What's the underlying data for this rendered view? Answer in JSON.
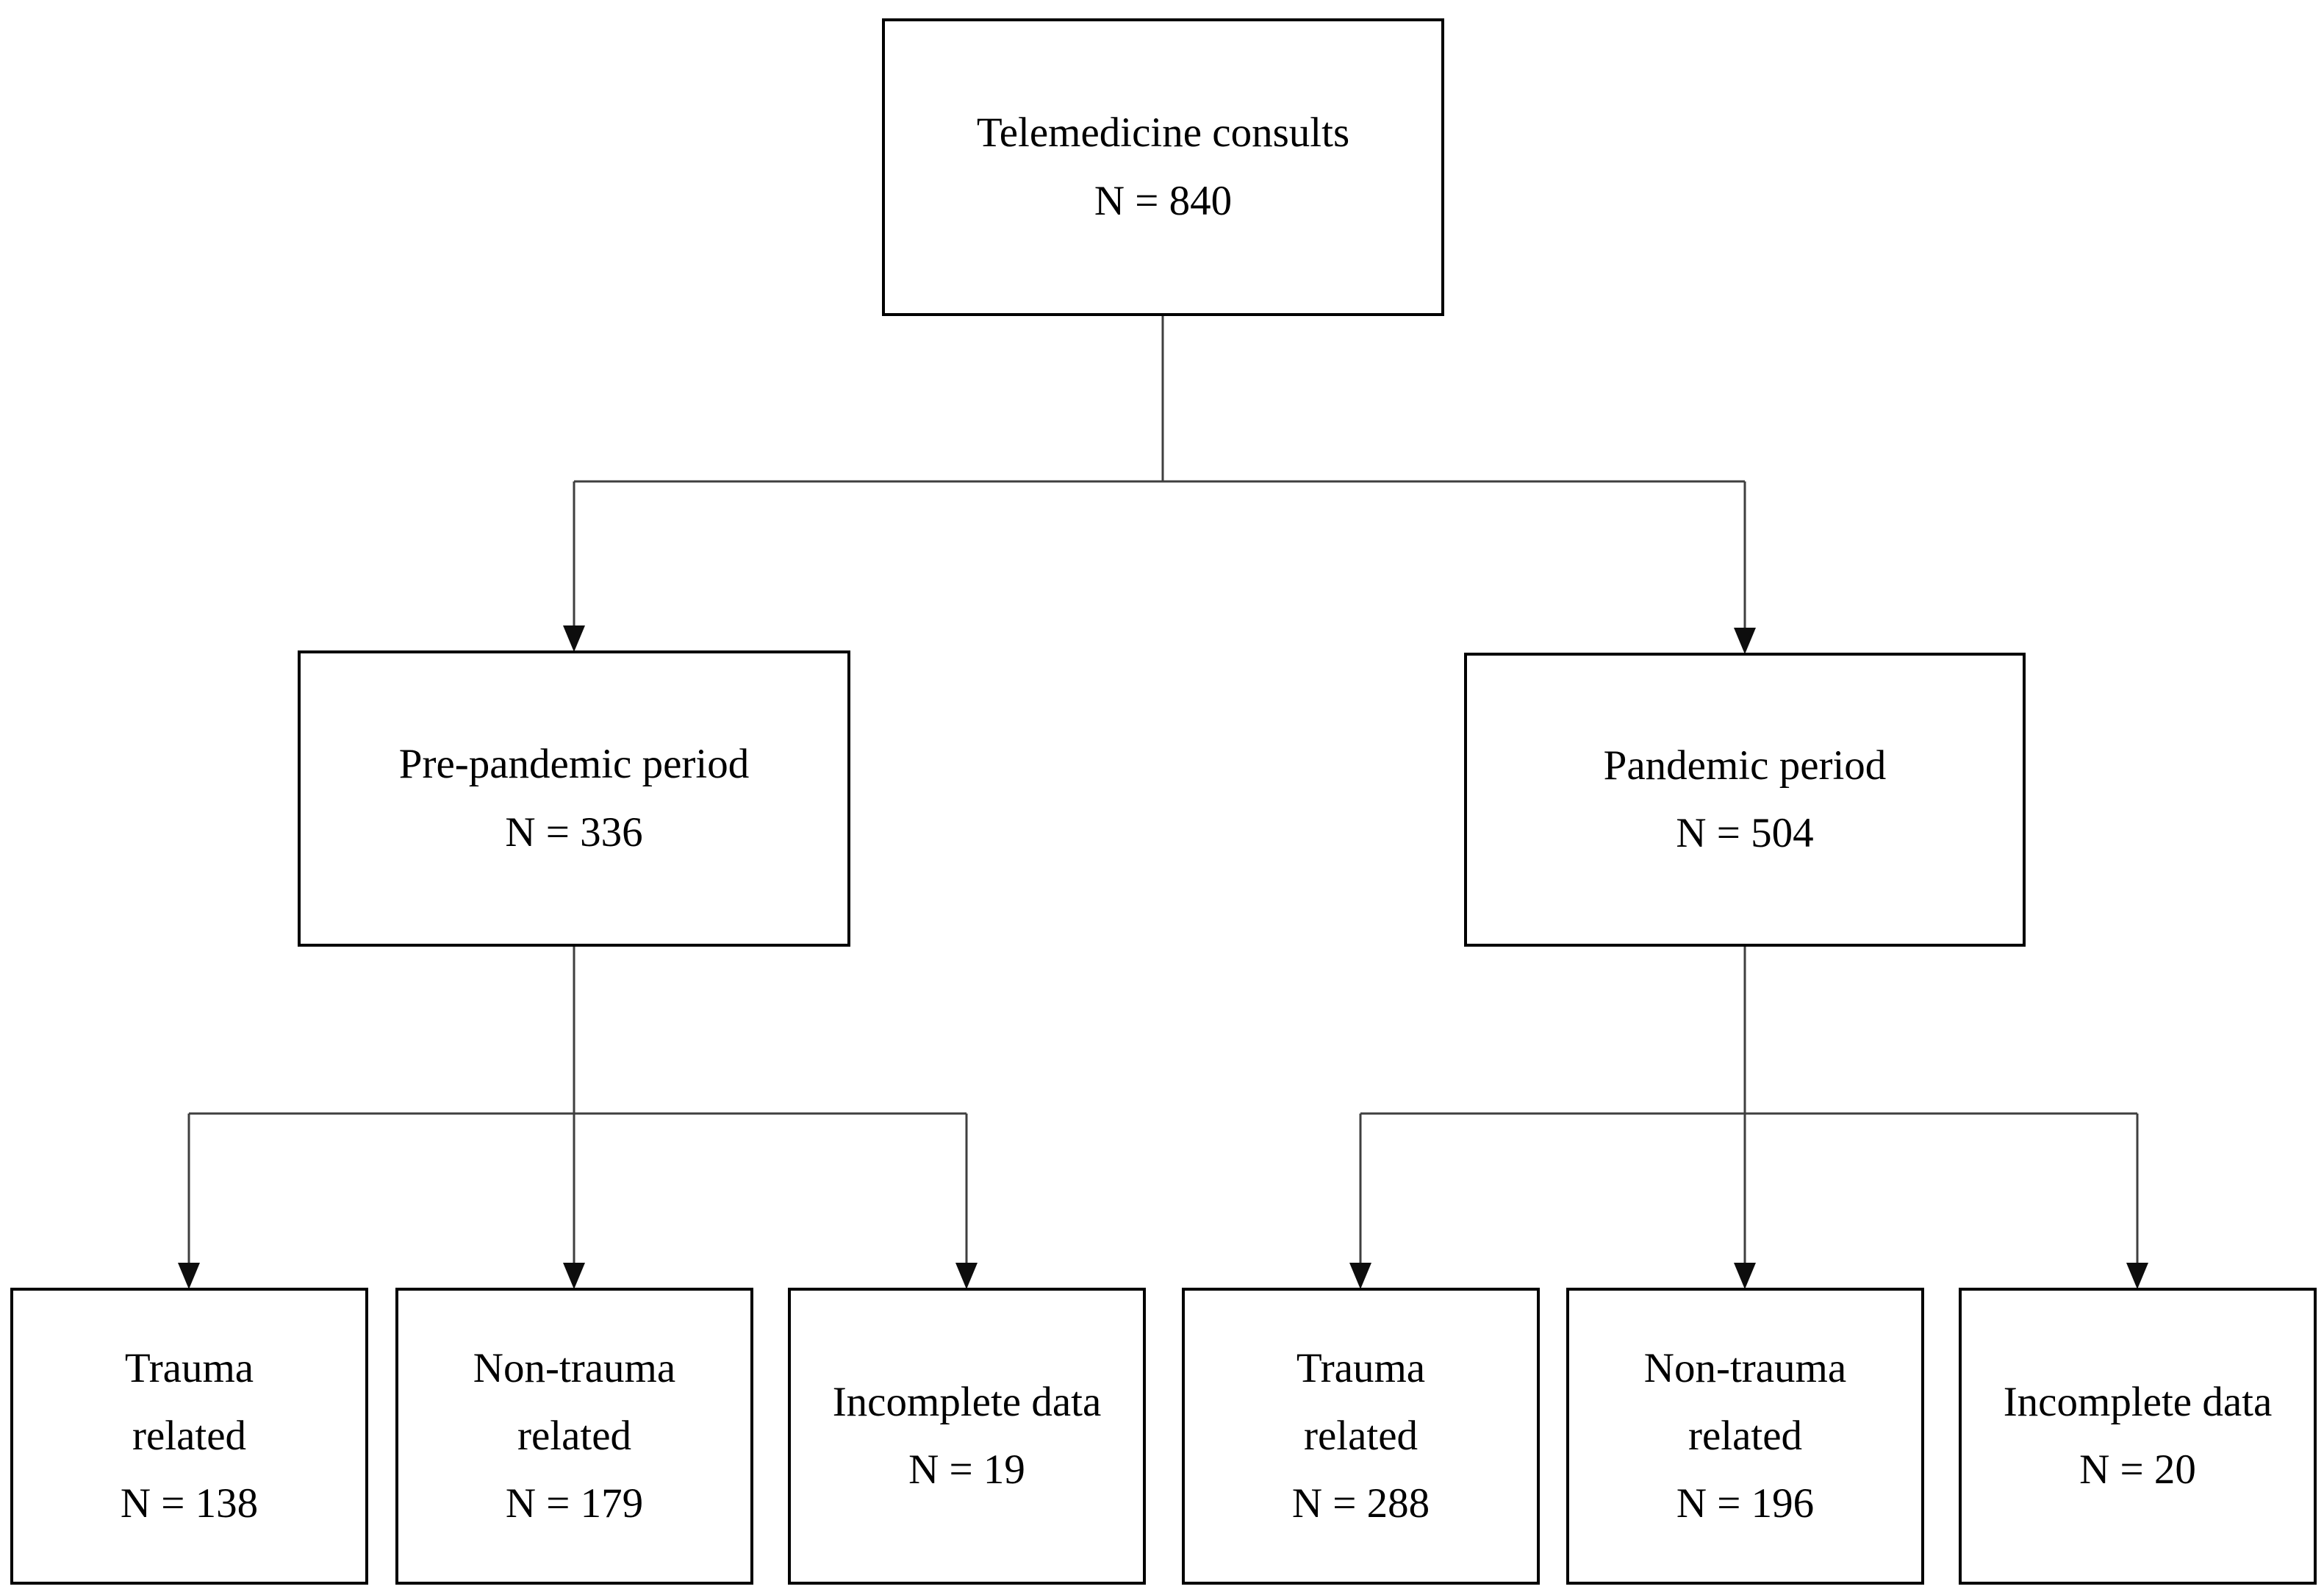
{
  "diagram": {
    "background_color": "#ffffff",
    "box_border_color": "#000000",
    "text_color": "#000000",
    "connector_color": "#3f3f3f",
    "arrowhead_color": "#0d0d0d",
    "nodes": {
      "root": {
        "lines": [
          "Telemedicine consults",
          "N = 840"
        ]
      },
      "pre_pandemic": {
        "lines": [
          "Pre-pandemic period",
          "N = 336"
        ]
      },
      "pandemic": {
        "lines": [
          "Pandemic period",
          "N = 504"
        ]
      },
      "pre_trauma": {
        "lines": [
          "Trauma",
          "related",
          "N = 138"
        ]
      },
      "pre_non_trauma": {
        "lines": [
          "Non-trauma",
          "related",
          "N = 179"
        ]
      },
      "pre_incomplete": {
        "lines": [
          "Incomplete data",
          "N = 19"
        ]
      },
      "pan_trauma": {
        "lines": [
          "Trauma",
          "related",
          "N = 288"
        ]
      },
      "pan_non_trauma": {
        "lines": [
          "Non-trauma",
          "related",
          "N = 196"
        ]
      },
      "pan_incomplete": {
        "lines": [
          "Incomplete data",
          "N = 20"
        ]
      }
    }
  }
}
